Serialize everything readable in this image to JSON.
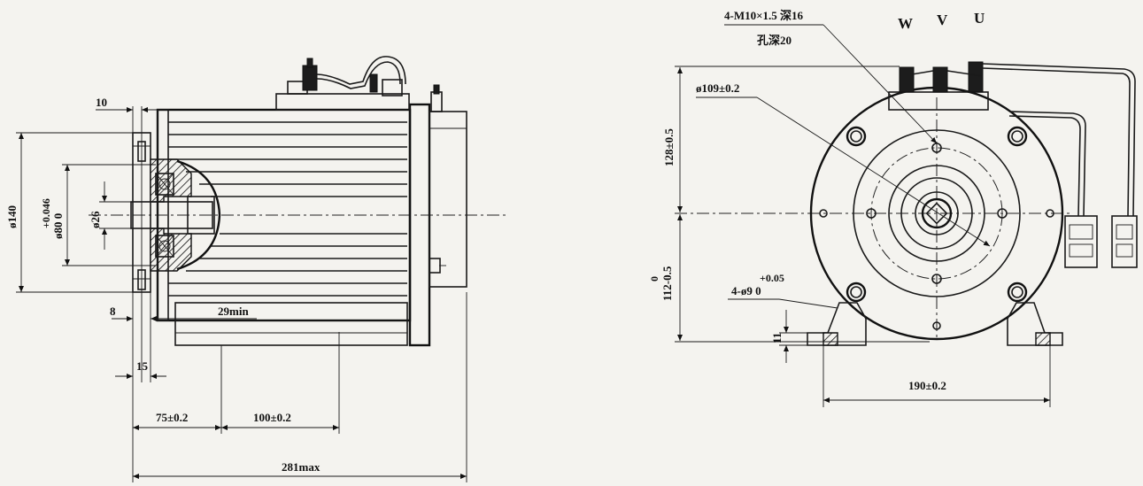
{
  "side_view": {
    "dim_10": "10",
    "dim_140": "ø140",
    "dim_80_tol": "+0.046",
    "dim_80_base": "ø80 0",
    "dim_26": "ø26",
    "dim_8": "8",
    "dim_29min": "29min",
    "dim_15": "15",
    "dim_75": "75±0.2",
    "dim_100": "100±0.2",
    "dim_281": "281max"
  },
  "front_view": {
    "thread_spec": "4-M10×1.5 深16",
    "hole_depth": "孔深20",
    "phase_w": "W",
    "phase_v": "V",
    "phase_u": "U",
    "dim_109": "ø109±0.2",
    "dim_128": "128±0.5",
    "dim_112_upper": "0",
    "dim_112_lower": "112-0.5",
    "dim_9_tol": "+0.05",
    "dim_9": "4-ø9 0",
    "dim_11": "11",
    "dim_190": "190±0.2"
  }
}
